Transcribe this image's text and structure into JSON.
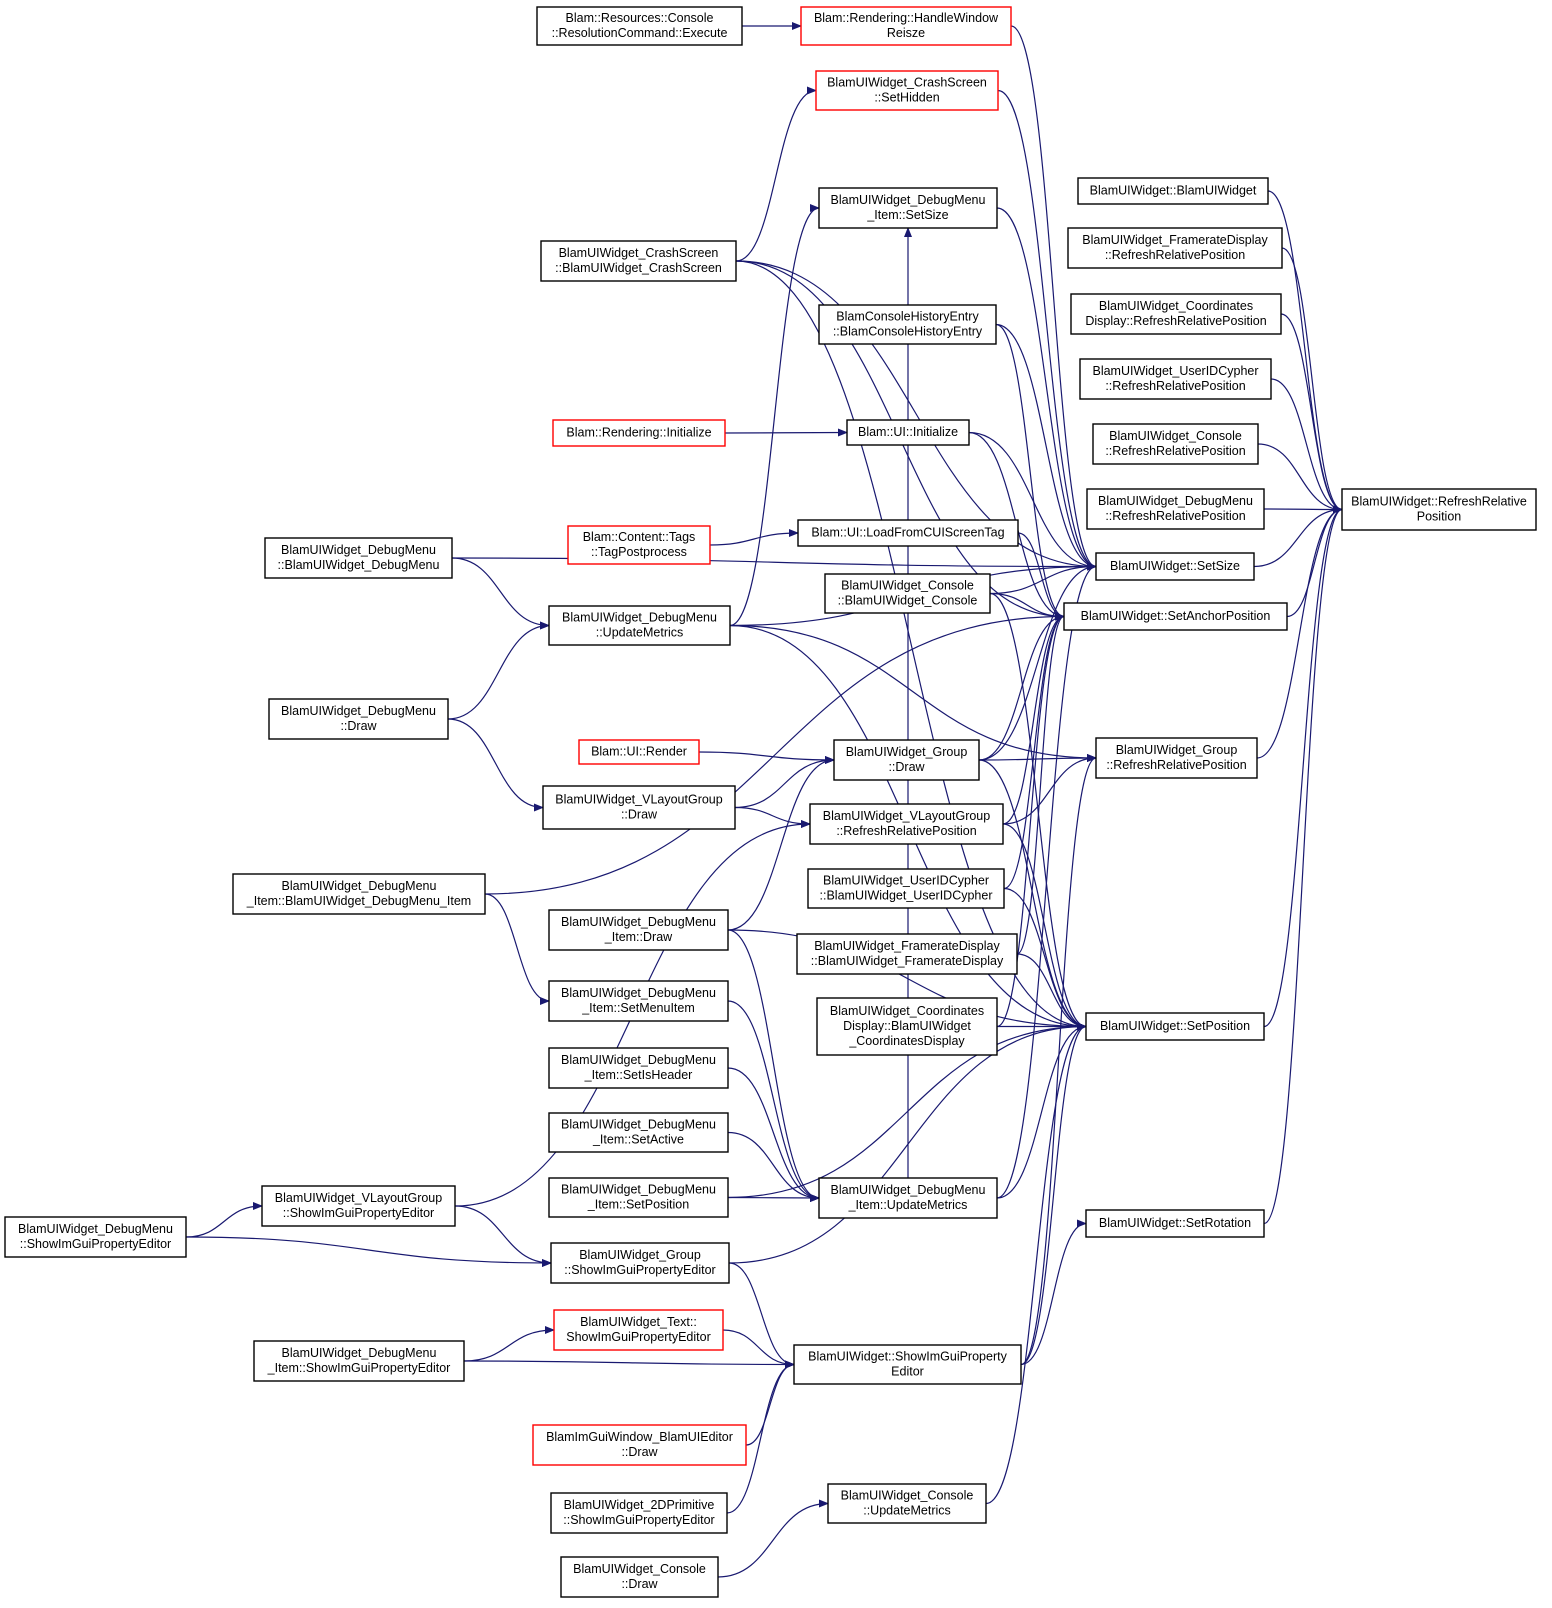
{
  "diagram": {
    "colors": {
      "edge": "#191970",
      "border": "#000000",
      "border_incomplete": "#ff0000",
      "focus_fill": "#bfbfbf"
    },
    "nodes": [
      {
        "id": "root",
        "lines": [
          "BlamUIWidget::RefreshRelative",
          "Position"
        ],
        "focus": true
      },
      {
        "id": "ctor",
        "lines": [
          "BlamUIWidget::BlamUIWidget"
        ]
      },
      {
        "id": "fr_rp",
        "lines": [
          "BlamUIWidget_FramerateDisplay",
          "::RefreshRelativePosition"
        ]
      },
      {
        "id": "co_rp",
        "lines": [
          "BlamUIWidget_Coordinates",
          "Display::RefreshRelativePosition"
        ]
      },
      {
        "id": "uid_rp",
        "lines": [
          "BlamUIWidget_UserIDCypher",
          "::RefreshRelativePosition"
        ]
      },
      {
        "id": "con_rp",
        "lines": [
          "BlamUIWidget_Console",
          "::RefreshRelativePosition"
        ]
      },
      {
        "id": "dm_rp",
        "lines": [
          "BlamUIWidget_DebugMenu",
          "::RefreshRelativePosition"
        ]
      },
      {
        "id": "setsize",
        "lines": [
          "BlamUIWidget::SetSize"
        ]
      },
      {
        "id": "setanchor",
        "lines": [
          "BlamUIWidget::SetAnchorPosition"
        ]
      },
      {
        "id": "grp_rp",
        "lines": [
          "BlamUIWidget_Group",
          "::RefreshRelativePosition"
        ]
      },
      {
        "id": "setpos",
        "lines": [
          "BlamUIWidget::SetPosition"
        ]
      },
      {
        "id": "setrot",
        "lines": [
          "BlamUIWidget::SetRotation"
        ]
      },
      {
        "id": "hwr",
        "lines": [
          "Blam::Rendering::HandleWindow",
          "Reisze"
        ],
        "incomplete": true
      },
      {
        "id": "cs_hidden",
        "lines": [
          "BlamUIWidget_CrashScreen",
          "::SetHidden"
        ],
        "incomplete": true
      },
      {
        "id": "dmi_setsize",
        "lines": [
          "BlamUIWidget_DebugMenu",
          "_Item::SetSize"
        ]
      },
      {
        "id": "chist",
        "lines": [
          "BlamConsoleHistoryEntry",
          "::BlamConsoleHistoryEntry"
        ]
      },
      {
        "id": "ui_init",
        "lines": [
          "Blam::UI::Initialize"
        ]
      },
      {
        "id": "ui_load",
        "lines": [
          "Blam::UI::LoadFromCUIScreenTag"
        ]
      },
      {
        "id": "con_ctor",
        "lines": [
          "BlamUIWidget_Console",
          "::BlamUIWidget_Console"
        ]
      },
      {
        "id": "grp_draw",
        "lines": [
          "BlamUIWidget_Group",
          "::Draw"
        ]
      },
      {
        "id": "vl_rp",
        "lines": [
          "BlamUIWidget_VLayoutGroup",
          "::RefreshRelativePosition"
        ]
      },
      {
        "id": "uid_ctor",
        "lines": [
          "BlamUIWidget_UserIDCypher",
          "::BlamUIWidget_UserIDCypher"
        ]
      },
      {
        "id": "fr_ctor",
        "lines": [
          "BlamUIWidget_FramerateDisplay",
          "::BlamUIWidget_FramerateDisplay"
        ]
      },
      {
        "id": "co_ctor",
        "lines": [
          "BlamUIWidget_Coordinates",
          "Display::BlamUIWidget",
          "_CoordinatesDisplay"
        ]
      },
      {
        "id": "dmi_um",
        "lines": [
          "BlamUIWidget_DebugMenu",
          "_Item::UpdateMetrics"
        ]
      },
      {
        "id": "show_pe",
        "lines": [
          "BlamUIWidget::ShowImGuiProperty",
          "Editor"
        ]
      },
      {
        "id": "con_um",
        "lines": [
          "BlamUIWidget_Console",
          "::UpdateMetrics"
        ]
      },
      {
        "id": "res_cmd",
        "lines": [
          "Blam::Resources::Console",
          "::ResolutionCommand::Execute"
        ]
      },
      {
        "id": "cs_ctor",
        "lines": [
          "BlamUIWidget_CrashScreen",
          "::BlamUIWidget_CrashScreen"
        ]
      },
      {
        "id": "r_init",
        "lines": [
          "Blam::Rendering::Initialize"
        ],
        "incomplete": true
      },
      {
        "id": "tagpost",
        "lines": [
          "Blam::Content::Tags",
          "::TagPostprocess"
        ],
        "incomplete": true
      },
      {
        "id": "dm_um",
        "lines": [
          "BlamUIWidget_DebugMenu",
          "::UpdateMetrics"
        ]
      },
      {
        "id": "ui_render",
        "lines": [
          "Blam::UI::Render"
        ],
        "incomplete": true
      },
      {
        "id": "vl_draw",
        "lines": [
          "BlamUIWidget_VLayoutGroup",
          "::Draw"
        ]
      },
      {
        "id": "dmi_draw",
        "lines": [
          "BlamUIWidget_DebugMenu",
          "_Item::Draw"
        ]
      },
      {
        "id": "dmi_smi",
        "lines": [
          "BlamUIWidget_DebugMenu",
          "_Item::SetMenuItem"
        ]
      },
      {
        "id": "dmi_hdr",
        "lines": [
          "BlamUIWidget_DebugMenu",
          "_Item::SetIsHeader"
        ]
      },
      {
        "id": "dmi_act",
        "lines": [
          "BlamUIWidget_DebugMenu",
          "_Item::SetActive"
        ]
      },
      {
        "id": "dmi_pos",
        "lines": [
          "BlamUIWidget_DebugMenu",
          "_Item::SetPosition"
        ]
      },
      {
        "id": "grp_pe",
        "lines": [
          "BlamUIWidget_Group",
          "::ShowImGuiPropertyEditor"
        ]
      },
      {
        "id": "txt_pe",
        "lines": [
          "BlamUIWidget_Text::",
          "ShowImGuiPropertyEditor"
        ],
        "incomplete": true
      },
      {
        "id": "win_draw",
        "lines": [
          "BlamImGuiWindow_BlamUIEditor",
          "::Draw"
        ],
        "incomplete": true
      },
      {
        "id": "prim_pe",
        "lines": [
          "BlamUIWidget_2DPrimitive",
          "::ShowImGuiPropertyEditor"
        ]
      },
      {
        "id": "con_draw",
        "lines": [
          "BlamUIWidget_Console",
          "::Draw"
        ]
      },
      {
        "id": "dm_ctor",
        "lines": [
          "BlamUIWidget_DebugMenu",
          "::BlamUIWidget_DebugMenu"
        ]
      },
      {
        "id": "dm_draw",
        "lines": [
          "BlamUIWidget_DebugMenu",
          "::Draw"
        ]
      },
      {
        "id": "dmi_ctor",
        "lines": [
          "BlamUIWidget_DebugMenu",
          "_Item::BlamUIWidget_DebugMenu_Item"
        ]
      },
      {
        "id": "vl_pe",
        "lines": [
          "BlamUIWidget_VLayoutGroup",
          "::ShowImGuiPropertyEditor"
        ]
      },
      {
        "id": "dmi_pe",
        "lines": [
          "BlamUIWidget_DebugMenu",
          "_Item::ShowImGuiPropertyEditor"
        ]
      },
      {
        "id": "dm_pe",
        "lines": [
          "BlamUIWidget_DebugMenu",
          "::ShowImGuiPropertyEditor"
        ]
      }
    ],
    "edges": [
      [
        "ctor",
        "root"
      ],
      [
        "fr_rp",
        "root"
      ],
      [
        "co_rp",
        "root"
      ],
      [
        "uid_rp",
        "root"
      ],
      [
        "con_rp",
        "root"
      ],
      [
        "dm_rp",
        "root"
      ],
      [
        "setsize",
        "root"
      ],
      [
        "setanchor",
        "root"
      ],
      [
        "grp_rp",
        "root"
      ],
      [
        "setpos",
        "root"
      ],
      [
        "setrot",
        "root"
      ],
      [
        "res_cmd",
        "hwr"
      ],
      [
        "hwr",
        "setsize"
      ],
      [
        "cs_hidden",
        "setsize"
      ],
      [
        "dmi_setsize",
        "setsize"
      ],
      [
        "chist",
        "setsize"
      ],
      [
        "ui_init",
        "setsize"
      ],
      [
        "con_ctor",
        "setsize"
      ],
      [
        "grp_draw",
        "setsize"
      ],
      [
        "cs_ctor",
        "setsize"
      ],
      [
        "dm_ctor",
        "setsize"
      ],
      [
        "dm_um",
        "setsize"
      ],
      [
        "dmi_um",
        "setsize"
      ],
      [
        "chist",
        "setanchor"
      ],
      [
        "ui_init",
        "setanchor"
      ],
      [
        "ui_load",
        "setanchor"
      ],
      [
        "con_ctor",
        "setanchor"
      ],
      [
        "grp_draw",
        "setanchor"
      ],
      [
        "vl_rp",
        "setanchor"
      ],
      [
        "uid_ctor",
        "setanchor"
      ],
      [
        "fr_ctor",
        "setanchor"
      ],
      [
        "co_ctor",
        "setanchor"
      ],
      [
        "cs_ctor",
        "setanchor"
      ],
      [
        "dmi_ctor",
        "setanchor"
      ],
      [
        "grp_draw",
        "grp_rp"
      ],
      [
        "vl_rp",
        "grp_rp"
      ],
      [
        "dm_um",
        "grp_rp"
      ],
      [
        "show_pe",
        "grp_rp"
      ],
      [
        "co_ctor",
        "setpos"
      ],
      [
        "fr_ctor",
        "setpos"
      ],
      [
        "uid_ctor",
        "setpos"
      ],
      [
        "vl_rp",
        "setpos"
      ],
      [
        "grp_draw",
        "setpos"
      ],
      [
        "con_ctor",
        "setpos"
      ],
      [
        "cs_ctor",
        "setpos"
      ],
      [
        "dmi_um",
        "setpos"
      ],
      [
        "dmi_pos",
        "setpos"
      ],
      [
        "grp_pe",
        "setpos"
      ],
      [
        "show_pe",
        "setpos"
      ],
      [
        "con_um",
        "setpos"
      ],
      [
        "dm_um",
        "setpos"
      ],
      [
        "dmi_draw",
        "setpos"
      ],
      [
        "show_pe",
        "setrot"
      ],
      [
        "r_init",
        "ui_init"
      ],
      [
        "tagpost",
        "ui_load"
      ],
      [
        "ui_render",
        "grp_draw"
      ],
      [
        "vl_draw",
        "grp_draw"
      ],
      [
        "dmi_draw",
        "grp_draw"
      ],
      [
        "vl_draw",
        "vl_rp"
      ],
      [
        "vl_pe",
        "vl_rp"
      ],
      [
        "dm_ctor",
        "dm_um"
      ],
      [
        "dm_draw",
        "dm_um"
      ],
      [
        "dm_draw",
        "vl_draw"
      ],
      [
        "dmi_ctor",
        "dmi_smi"
      ],
      [
        "dmi_smi",
        "dmi_um"
      ],
      [
        "dmi_hdr",
        "dmi_um"
      ],
      [
        "dmi_act",
        "dmi_um"
      ],
      [
        "dmi_pos",
        "dmi_um"
      ],
      [
        "dmi_draw",
        "dmi_um"
      ],
      [
        "cs_ctor",
        "cs_hidden"
      ],
      [
        "dm_um",
        "dmi_setsize"
      ],
      [
        "dmi_um",
        "dmi_setsize"
      ],
      [
        "grp_pe",
        "show_pe"
      ],
      [
        "txt_pe",
        "show_pe"
      ],
      [
        "dmi_pe",
        "show_pe"
      ],
      [
        "win_draw",
        "show_pe"
      ],
      [
        "prim_pe",
        "show_pe"
      ],
      [
        "dmi_pe",
        "txt_pe"
      ],
      [
        "vl_pe",
        "grp_pe"
      ],
      [
        "dm_pe",
        "grp_pe"
      ],
      [
        "dm_pe",
        "vl_pe"
      ],
      [
        "con_draw",
        "con_um"
      ]
    ]
  }
}
